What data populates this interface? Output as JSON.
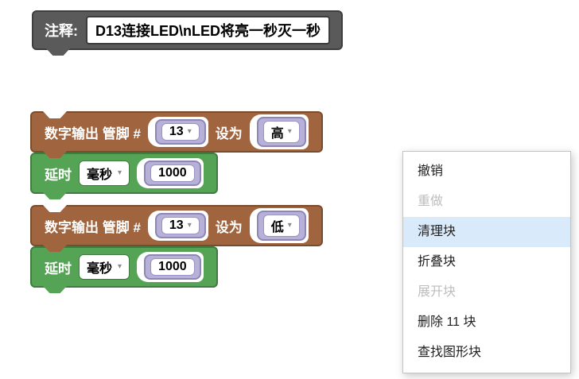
{
  "comment": {
    "label": "注释:",
    "text": "D13连接LED\\nLED将亮一秒灭一秒"
  },
  "blocks": [
    {
      "kind": "digital_write",
      "label": "数字输出 管脚 #",
      "pin": "13",
      "set_label": "设为",
      "value": "高"
    },
    {
      "kind": "delay",
      "label": "延时",
      "unit": "毫秒",
      "ms": "1000"
    },
    {
      "kind": "digital_write",
      "label": "数字输出 管脚 #",
      "pin": "13",
      "set_label": "设为",
      "value": "低"
    },
    {
      "kind": "delay",
      "label": "延时",
      "unit": "毫秒",
      "ms": "1000"
    }
  ],
  "dropdown_arrow": "▾",
  "context_menu": {
    "items": [
      {
        "label": "撤销",
        "state": "enabled"
      },
      {
        "label": "重做",
        "state": "disabled"
      },
      {
        "label": "清理块",
        "state": "highlighted"
      },
      {
        "label": "折叠块",
        "state": "enabled"
      },
      {
        "label": "展开块",
        "state": "disabled"
      },
      {
        "label": "删除 11 块",
        "state": "enabled"
      },
      {
        "label": "查找图形块",
        "state": "enabled"
      }
    ]
  },
  "colors": {
    "digital_block": "#a0653e",
    "digital_block_border": "#7a4c2e",
    "delay_block": "#55a455",
    "delay_block_border": "#3f7c3f",
    "value_chip": "#b7b1d8",
    "value_chip_border": "#8d87b8",
    "comment_block": "#5a5a5a",
    "menu_highlight": "#d9ebfb"
  }
}
